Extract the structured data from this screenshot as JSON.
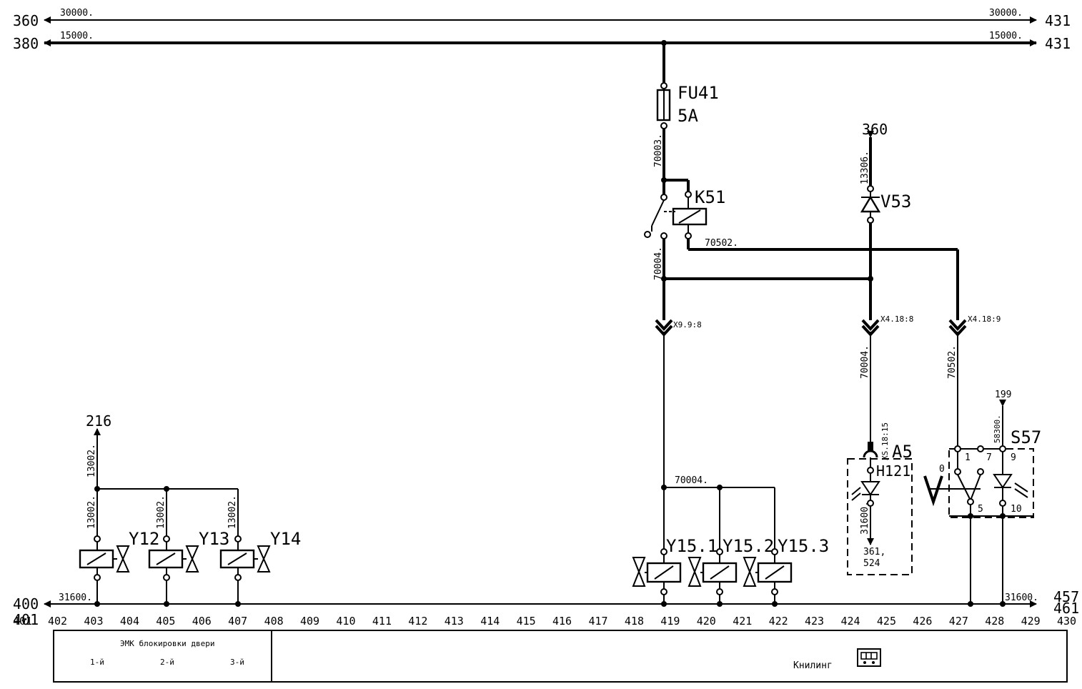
{
  "buses": {
    "bus30": {
      "left_ref": "360",
      "right_ref": "431",
      "wire_left": "30000.",
      "wire_right": "30000."
    },
    "bus15": {
      "left_ref": "380",
      "right_ref": "431",
      "wire_left": "15000.",
      "wire_right": "15000."
    },
    "bus31": {
      "left_ref_top": "400",
      "left_ref_bottom": "401",
      "right_ref_top": "457,",
      "right_ref_bottom": "461",
      "wire_left": "31600.",
      "wire_right": "31600."
    }
  },
  "components": {
    "fu41": {
      "name": "FU41",
      "rating": "5A"
    },
    "k51": {
      "name": "K51"
    },
    "v53": {
      "name": "V53"
    },
    "y12": {
      "name": "Y12"
    },
    "y13": {
      "name": "Y13"
    },
    "y14": {
      "name": "Y14"
    },
    "y15_1": {
      "name": "Y15.1"
    },
    "y15_2": {
      "name": "Y15.2"
    },
    "y15_3": {
      "name": "Y15.3"
    },
    "a5": {
      "name": "A5"
    },
    "h121": {
      "name": "H121"
    },
    "s57": {
      "name": "S57"
    }
  },
  "wires": {
    "w70003": "70003.",
    "w70004_a": "70004.",
    "w70502_a": "70502.",
    "w13306": "13306.",
    "w70004_b": "70004.",
    "w70502_b": "70502.",
    "w70004_c": "70004.",
    "w13002_main": "13002.",
    "w13002_1": "13002.",
    "w13002_2": "13002.",
    "w13002_3": "13002.",
    "w58300": "58300.",
    "w31600_h": "31600."
  },
  "connectors": {
    "x9": "X9.9:8",
    "x4_8": "X4.18:8",
    "x4_9": "X4.18:9",
    "xs": "XS.18:15"
  },
  "refs": {
    "r360": "360",
    "r216": "216",
    "r199": "199",
    "r361": "361,",
    "r524": "524"
  },
  "switch_pos": {
    "p0": "0",
    "p1": "1",
    "p7": "7",
    "p9": "9",
    "p5": "5",
    "p10": "10"
  },
  "columns": [
    "402",
    "403",
    "404",
    "405",
    "406",
    "407",
    "408",
    "409",
    "410",
    "411",
    "412",
    "413",
    "414",
    "415",
    "416",
    "417",
    "418",
    "419",
    "420",
    "421",
    "422",
    "423",
    "424",
    "425",
    "426",
    "427",
    "428",
    "429",
    "430"
  ],
  "col_first": "401",
  "title_block": {
    "group_title": "ЭМК блокировки двери",
    "first": "1-й",
    "second": "2-й",
    "third": "3-й",
    "function": "Книлинг"
  }
}
